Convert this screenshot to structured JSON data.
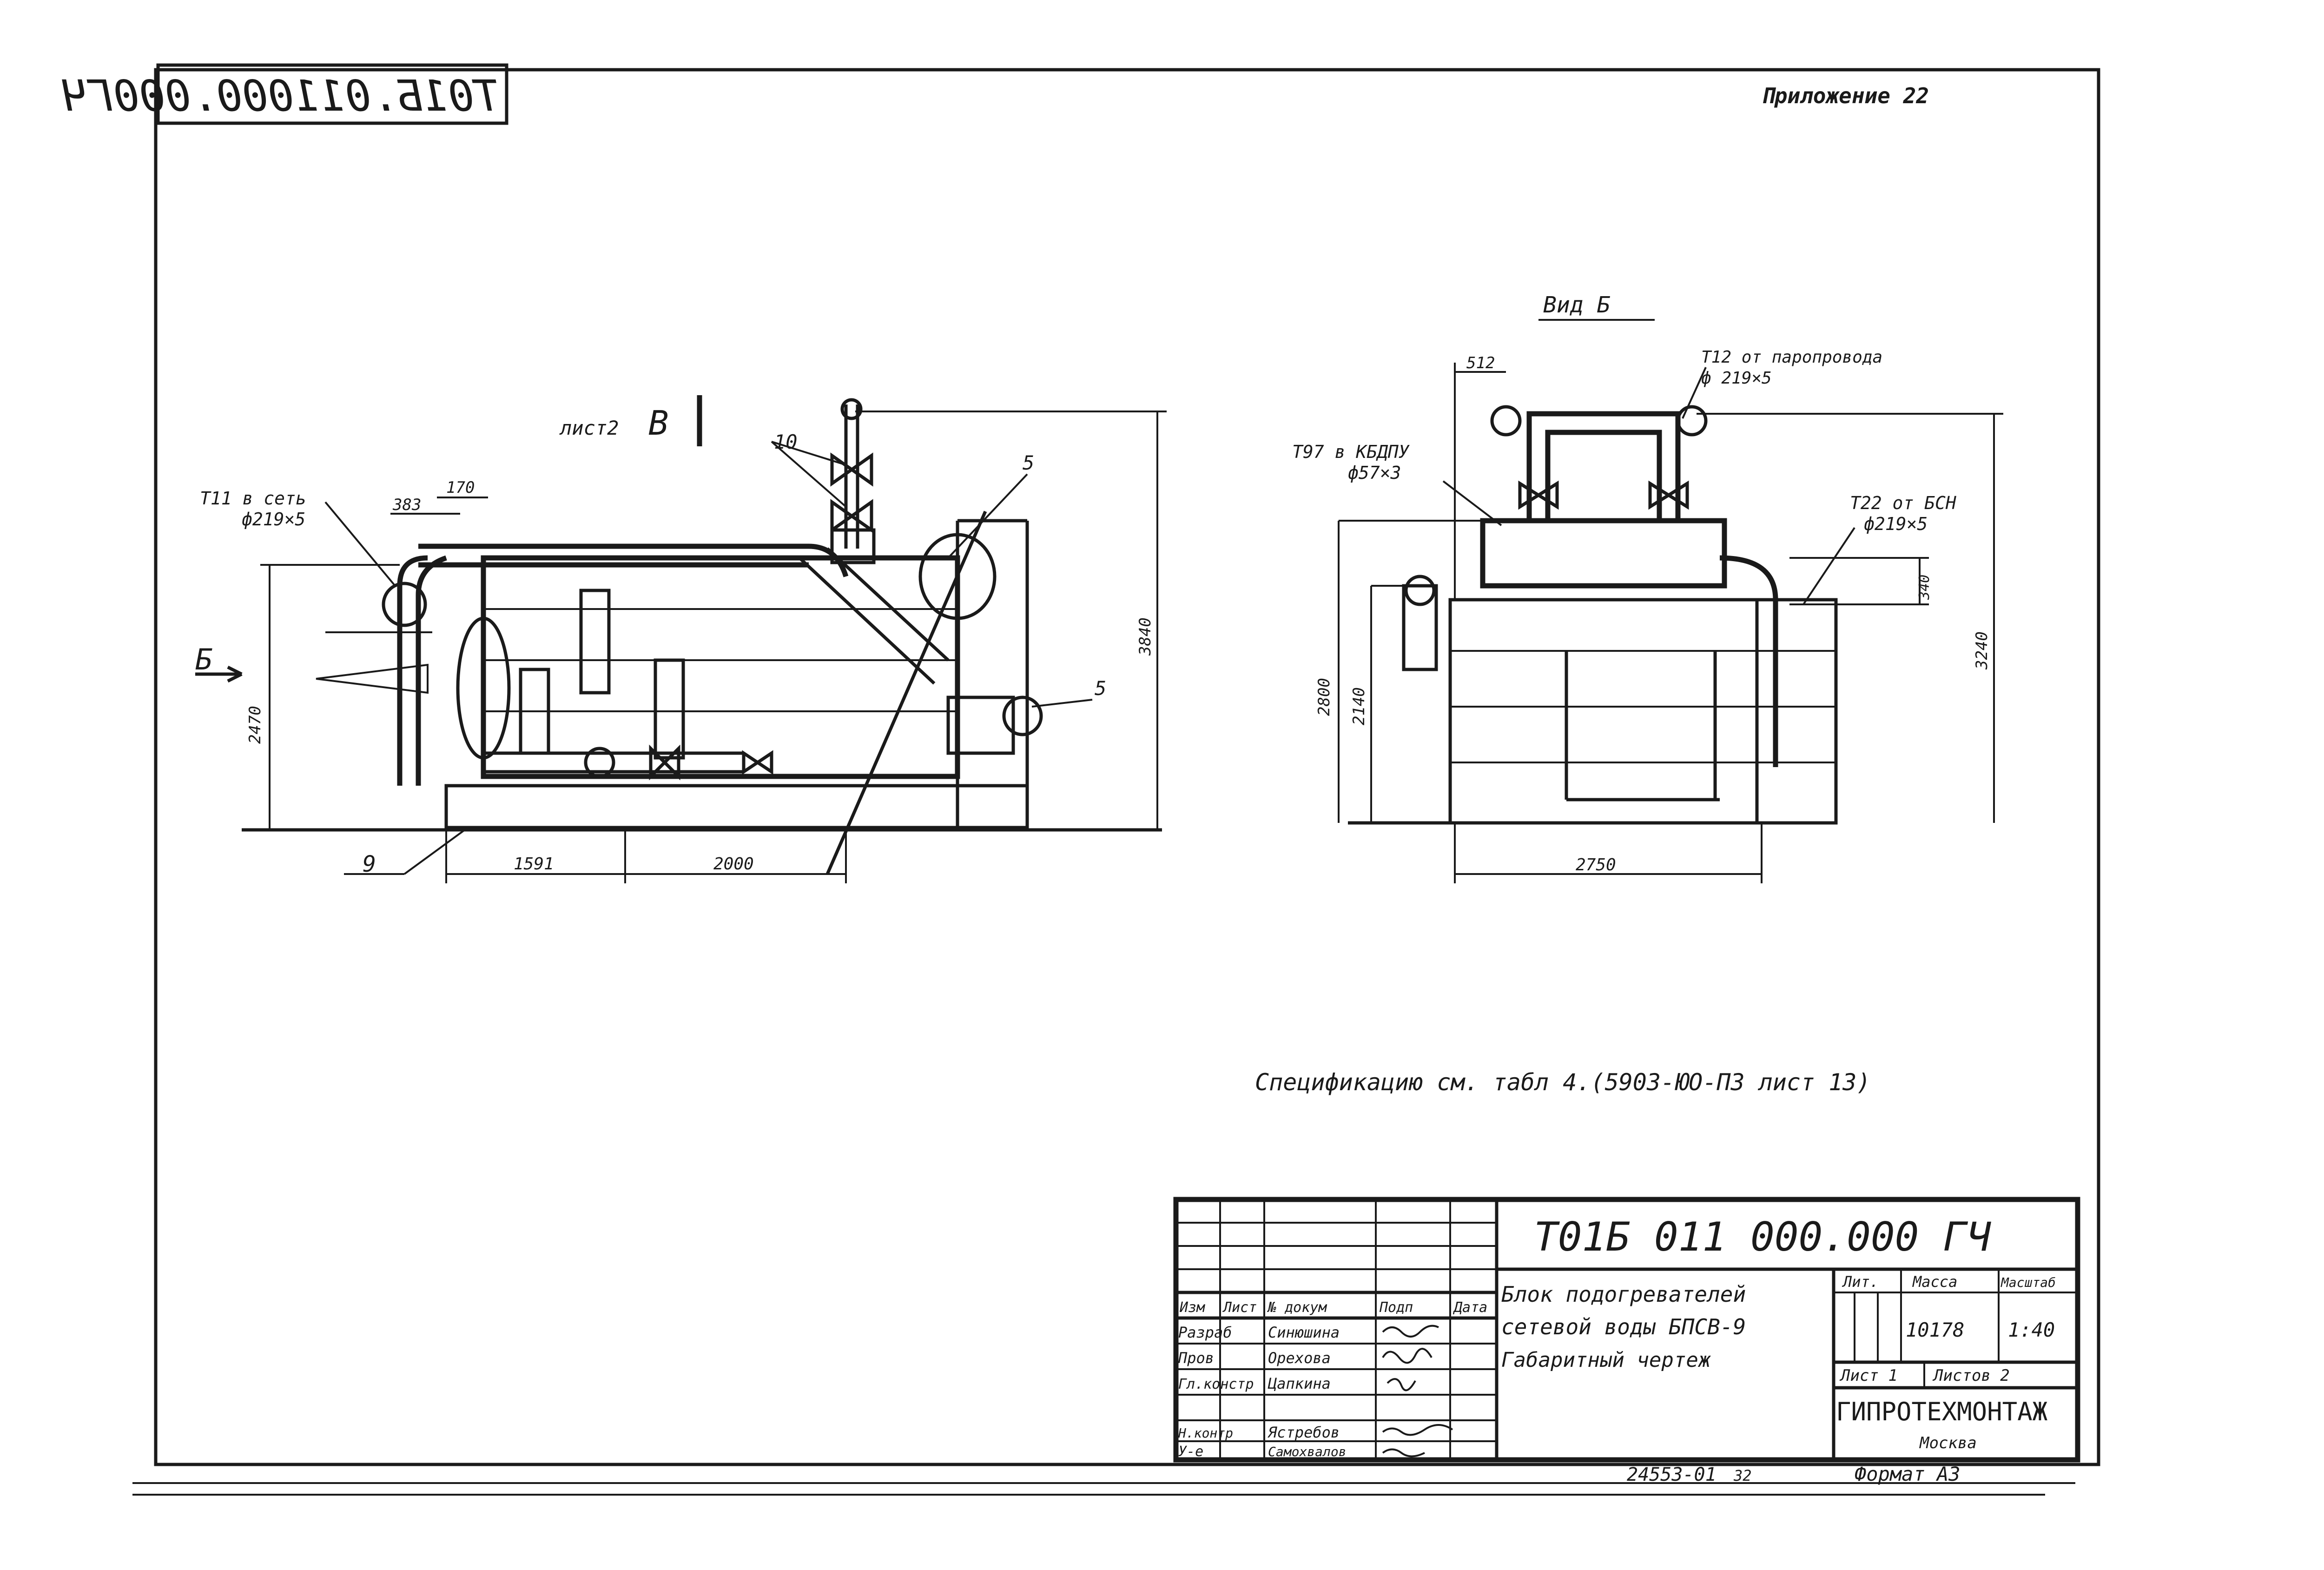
{
  "drawing": {
    "mirrored_code": "T01Б.011000.000ГЧ",
    "appendix": "Приложение 22",
    "front_view": {
      "sheet_ref": "лист2",
      "section_letter": "В",
      "view_arrow_letter": "Б",
      "outlet_label": "Т11 в сеть",
      "outlet_pipe": "ф219×5",
      "callouts": [
        "10",
        "5",
        "5",
        "9"
      ],
      "dims": {
        "d383": "383",
        "d170": "170",
        "d2470": "2470",
        "d3840": "3840",
        "d1591": "1591",
        "d2000": "2000"
      }
    },
    "side_view": {
      "title": "Вид Б",
      "steam_inlet_label": "Т12 от паропровода",
      "steam_inlet_pipe": "ф 219×5",
      "drain_label": "Т97 в КБДПУ",
      "drain_pipe": "ф57×3",
      "return_label": "Т22 от БСН",
      "return_pipe": "ф219×5",
      "dims": {
        "d512": "512",
        "d2800": "2800",
        "d2140": "2140",
        "d340": "340",
        "d3240": "3240",
        "d2750": "2750"
      }
    },
    "spec_note": "Спецификацию см. табл 4.(5903-ЮО-ПЗ лист 13)",
    "title_block": {
      "code": "Т01Б 011 000.000 ГЧ",
      "header": [
        "Изм",
        "Лист",
        "№ докум",
        "Подп",
        "Дата"
      ],
      "roles": [
        {
          "role": "Разраб",
          "name": "Синюшина"
        },
        {
          "role": "Пров",
          "name": "Орехова"
        },
        {
          "role": "Гл.констр",
          "name": "Цапкина"
        },
        {
          "role": "Н.контр",
          "name": "Ястребов"
        },
        {
          "role": "У-е",
          "name": "Самохвалов"
        }
      ],
      "description": [
        "Блок подогревателей",
        "сетевой воды БПСВ-9",
        "Габаритный чертеж"
      ],
      "letter_header": "Лит.",
      "mass_header": "Масса",
      "scale_header": "Масштаб",
      "mass": "10178",
      "scale": "1:40",
      "sheet": "Лист 1",
      "sheets": "Листов 2",
      "org": "ГИПРОТЕХМОНТАЖ",
      "city": "Москва"
    },
    "footer": {
      "archive_no": "24553-01",
      "sheet_mark": "32",
      "format": "Формат А3"
    }
  }
}
